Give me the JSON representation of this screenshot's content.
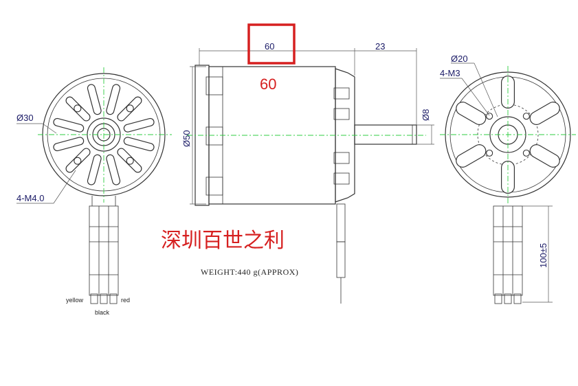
{
  "dimensions": {
    "length": "60",
    "shaft_length": "23",
    "diameter_left": "Ø30",
    "mount_holes_left": "4-M4.0",
    "body_diameter": "Ø50",
    "shaft_diameter": "Ø8",
    "diameter_right": "Ø20",
    "mount_holes_right": "4-M3",
    "wire_length": "100±5"
  },
  "wires": {
    "yellow": "yellow",
    "black": "black",
    "red": "red"
  },
  "weight": "WEIGHT:440 g(APPROX)",
  "annotation": {
    "value": "60",
    "highlight_color": "#d62020"
  },
  "watermark": "深圳百世之利",
  "colors": {
    "centerline": "#2ecc40",
    "annotation": "#d62020"
  }
}
